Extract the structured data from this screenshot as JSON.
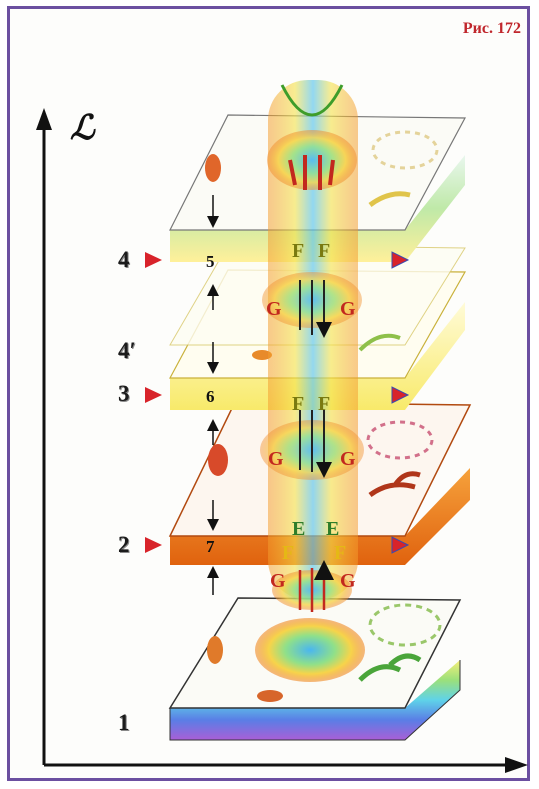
{
  "figure_label": "Рис. 172",
  "axis_symbol": "ℒ",
  "level_labels": [
    "1",
    "2",
    "3",
    "4′",
    "4"
  ],
  "zone_numbers": [
    "5",
    "6",
    "7"
  ],
  "channel_letters": {
    "top_f": [
      "F",
      "F"
    ],
    "upper_g": [
      "G",
      "G"
    ],
    "mid_f": [
      "F",
      "F"
    ],
    "mid_g": [
      "G",
      "G"
    ],
    "low_e": [
      "E",
      "E"
    ],
    "low_f": [
      "F",
      "F"
    ],
    "low_g": [
      "G",
      "G"
    ]
  },
  "colors": {
    "frame": "#6b4fa0",
    "figure_label": "#c0262c",
    "marker": "#d8232a"
  }
}
